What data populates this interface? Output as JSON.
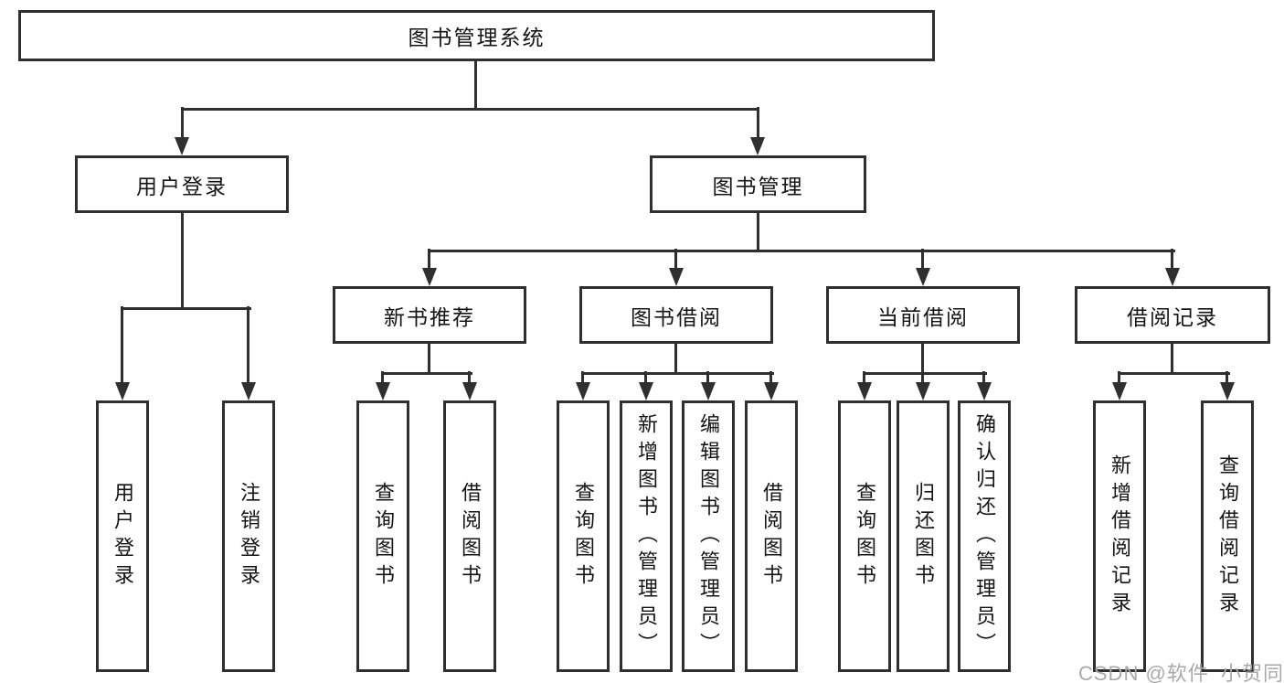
{
  "diagram_type": "functional-structure-tree",
  "colors": {
    "background": "#ffffff",
    "line": "#2f2f2f",
    "text": "#141414",
    "watermark": "#a9a9a9"
  },
  "tree": {
    "label": "图书管理系统",
    "children": [
      {
        "label": "用户登录",
        "children": [
          {
            "label": "用户登录"
          },
          {
            "label": "注销登录"
          }
        ]
      },
      {
        "label": "图书管理",
        "children": [
          {
            "label": "新书推荐",
            "children": [
              {
                "label": "查询图书"
              },
              {
                "label": "借阅图书"
              }
            ]
          },
          {
            "label": "图书借阅",
            "children": [
              {
                "label": "查询图书"
              },
              {
                "label": "新增图书（管理员）"
              },
              {
                "label": "编辑图书（管理员）"
              },
              {
                "label": "借阅图书"
              }
            ]
          },
          {
            "label": "当前借阅",
            "children": [
              {
                "label": "查询图书"
              },
              {
                "label": "归还图书"
              },
              {
                "label": "确认归还（管理员）"
              }
            ]
          },
          {
            "label": "借阅记录",
            "children": [
              {
                "label": "新增借阅记录"
              },
              {
                "label": "查询借阅记录"
              }
            ]
          }
        ]
      }
    ]
  },
  "watermark": {
    "text": "CSDN @软件_小贺同学"
  }
}
